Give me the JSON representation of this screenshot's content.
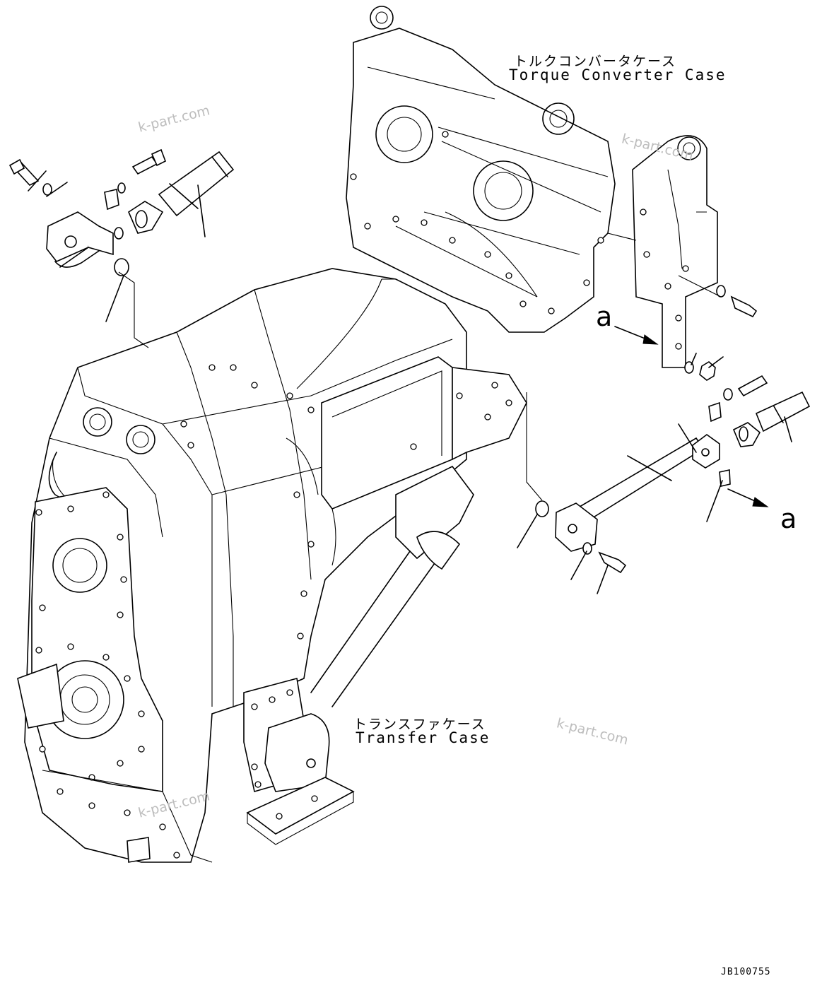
{
  "labels": {
    "torque_converter_jp": "トルクコンバータケース",
    "torque_converter_en": "Torque Converter Case",
    "transfer_jp": "トランスファケース",
    "transfer_en": "Transfer Case",
    "callout_a": "a",
    "drawing_code": "JB100755"
  },
  "watermarks": [
    "k-part.com",
    "k-part.com",
    "k-part.com",
    "k-part.com"
  ],
  "icons": {
    "bolt": "bolt-icon",
    "washer": "washer-icon",
    "o_ring": "o-ring-icon",
    "flange": "flange-icon",
    "hose": "hose-icon",
    "bracket": "bracket-icon",
    "nut": "nut-icon",
    "arrow": "arrow-icon"
  }
}
